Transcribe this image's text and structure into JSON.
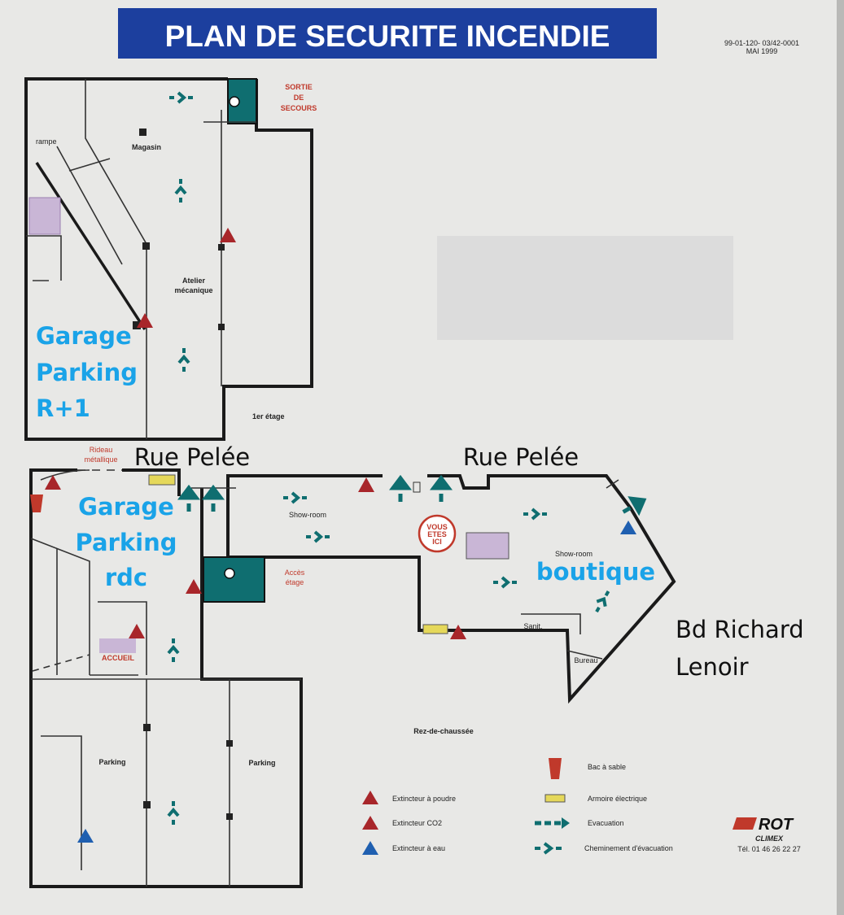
{
  "title": "PLAN DE SECURITE  INCENDIE",
  "reference": {
    "code": "99-01-120- 03/42-0001",
    "date": "MAI 1999"
  },
  "upper_floor": {
    "floor_label": "1er étage",
    "emergency_exit": [
      "SORTIE",
      "DE",
      "SECOURS"
    ],
    "rooms": {
      "storage": "Magasin",
      "workshop": [
        "Atelier",
        "mécanique"
      ]
    },
    "ramp_note": "rampe",
    "overlay": [
      "Garage",
      "Parking",
      "R+1"
    ]
  },
  "ground_floor": {
    "floor_label": "Rez-de-chaussée",
    "metal_shutter": [
      "Rideau",
      "métallique"
    ],
    "stair_access": [
      "Accès",
      "étage"
    ],
    "reception": "ACCUEIL",
    "parking_left": "Parking",
    "parking_right": "Parking",
    "showroom_left": "Show-room",
    "showroom_right": "Show-room",
    "toilets": "Sanit.",
    "office": "Bureau",
    "you_are_here": [
      "VOUS",
      "ETES",
      "ICI"
    ],
    "overlay_garage": [
      "Garage",
      "Parking",
      "rdc"
    ],
    "overlay_shop": "boutique"
  },
  "streets": {
    "rue_left": "Rue Pelée",
    "rue_right": "Rue Pelée",
    "boulevard": [
      "Bd Richard",
      "Lenoir"
    ]
  },
  "legend": {
    "sand_bucket": "Bac à sable",
    "powder_extinguisher": "Extincteur à poudre",
    "co2_extinguisher": "Extincteur CO2",
    "water_extinguisher": "Extincteur à eau",
    "electrical_cabinet": "Armoire électrique",
    "evacuation": "Evacuation",
    "evacuation_path": "Cheminement d'évacuation"
  },
  "company": {
    "brand": "ROT",
    "name": "CLIMEX",
    "phone": "Tél. 01 46 26 22 27"
  },
  "colors": {
    "banner": "#1c3f9e",
    "teal": "#0f6e70",
    "red": "#c0392b",
    "overlay_blue": "#1aa3e8",
    "redacted": "#dcdcdc"
  }
}
